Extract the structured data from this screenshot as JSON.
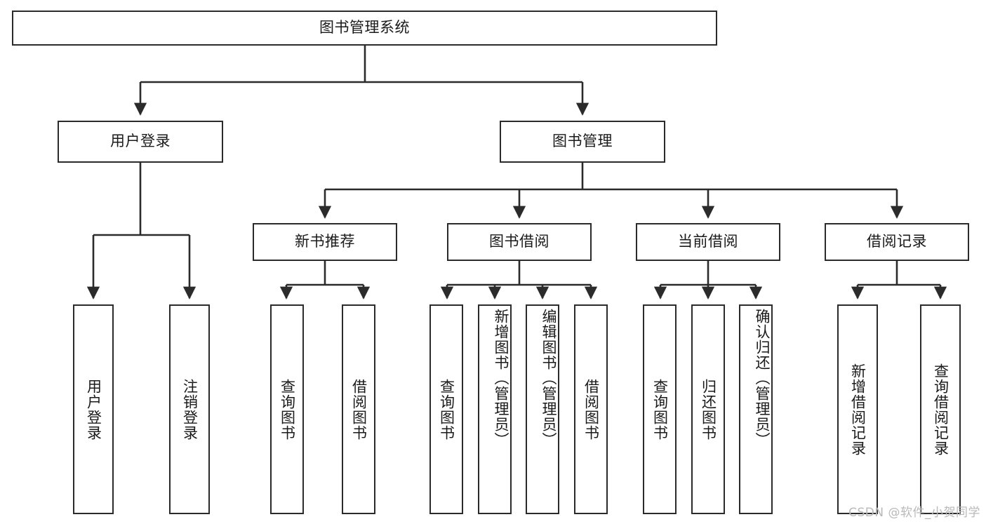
{
  "diagram": {
    "title": "图书管理系统",
    "type": "tree-hierarchy",
    "root": {
      "label": "图书管理系统"
    },
    "level1": [
      {
        "label": "用户登录"
      },
      {
        "label": "图书管理"
      }
    ],
    "level2": [
      {
        "label": "新书推荐"
      },
      {
        "label": "图书借阅"
      },
      {
        "label": "当前借阅"
      },
      {
        "label": "借阅记录"
      }
    ],
    "leaves": {
      "user_login": [
        {
          "label": "用户登录"
        },
        {
          "label": "注销登录"
        }
      ],
      "new_book_recommend": [
        {
          "label": "查询图书"
        },
        {
          "label": "借阅图书"
        }
      ],
      "book_borrow": [
        {
          "label": "查询图书"
        },
        {
          "label": "新增图书（管理员）"
        },
        {
          "label": "编辑图书（管理员）"
        },
        {
          "label": "借阅图书"
        }
      ],
      "current_borrow": [
        {
          "label": "查询图书"
        },
        {
          "label": "归还图书"
        },
        {
          "label": "确认归还（管理员）"
        }
      ],
      "borrow_record": [
        {
          "label": "新增借阅记录"
        },
        {
          "label": "查询借阅记录"
        }
      ]
    }
  },
  "watermark": {
    "text": "CSDN @软件_小贺同学"
  },
  "colors": {
    "stroke": "#2b2b2b",
    "background": "#ffffff",
    "text": "#1a1a1a",
    "watermark": "#b9b9b9"
  }
}
